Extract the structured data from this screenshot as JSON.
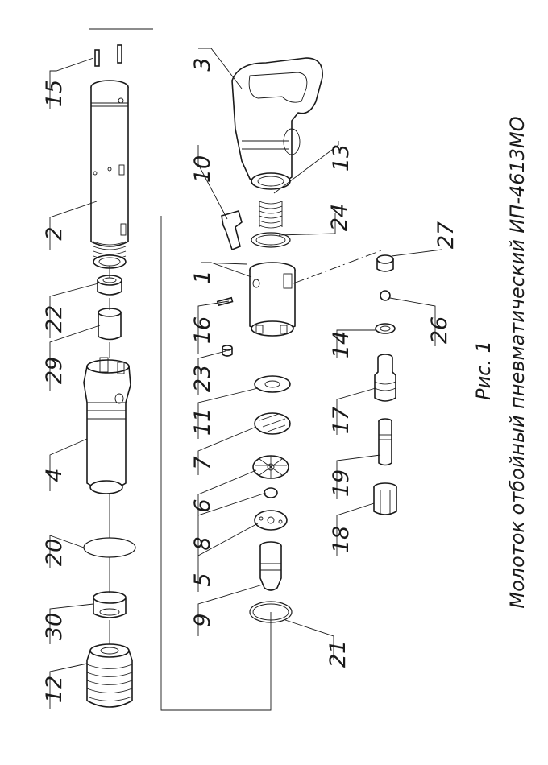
{
  "caption": {
    "figure_number": "Рис. 1",
    "title": "Молоток отбойный пневматический ИП-4613МО"
  },
  "part_labels": [
    "15",
    "2",
    "22",
    "29",
    "4",
    "20",
    "30",
    "12",
    "3",
    "10",
    "13",
    "24",
    "1",
    "16",
    "23",
    "11",
    "7",
    "6",
    "8",
    "5",
    "9",
    "21",
    "27",
    "26",
    "14",
    "17",
    "19",
    "18"
  ]
}
